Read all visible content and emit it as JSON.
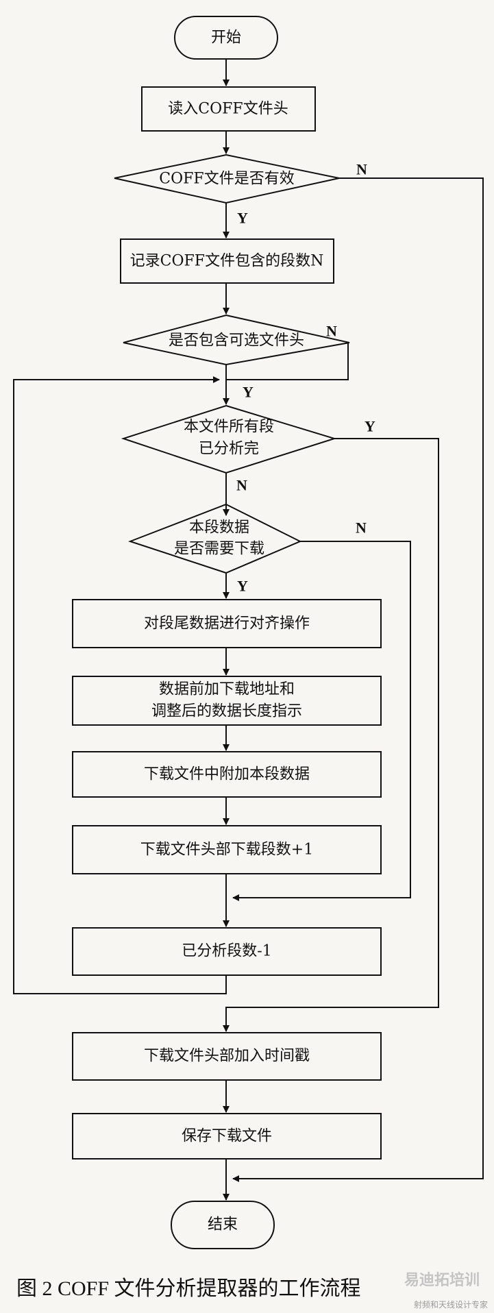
{
  "nodes": {
    "start": "开始",
    "read_header": "读入COFF文件头",
    "coff_valid": "COFF文件是否有效",
    "record_sections": "记录COFF文件包含的段数N",
    "optional_header": "是否包含可选文件头",
    "all_sections_done_1": "本文件所有段",
    "all_sections_done_2": "已分析完",
    "need_download_1": "本段数据",
    "need_download_2": "是否需要下载",
    "align_tail": "对段尾数据进行对齐操作",
    "prepend_addr_1": "数据前加下载地址和",
    "prepend_addr_2": "调整后的数据长度指示",
    "append_data": "下载文件中附加本段数据",
    "inc_count": "下载文件头部下载段数+1",
    "dec_count": "已分析段数-1",
    "add_timestamp": "下载文件头部加入时间戳",
    "save_file": "保存下载文件",
    "end": "结束"
  },
  "branch_labels": {
    "yes": "Y",
    "no": "N"
  },
  "caption": "图 2   COFF 文件分析提取器的工作流程",
  "watermark": {
    "logo": "易迪拓培训",
    "tagline": "射频和天线设计专家"
  }
}
